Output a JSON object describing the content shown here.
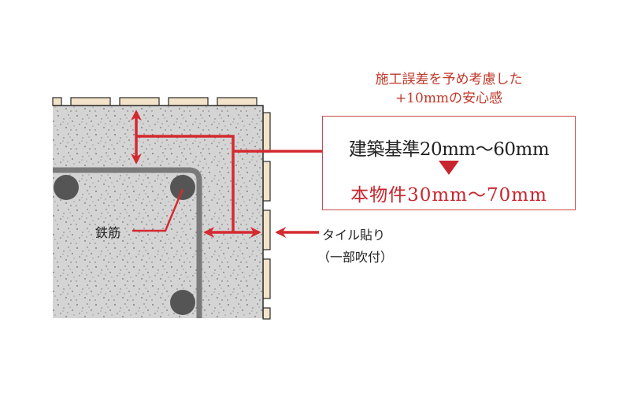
{
  "note": {
    "line1": "施工誤差を予め考慮した",
    "line2": "+10mmの安心感"
  },
  "callout": {
    "standard": "建築基準20mm～60mm",
    "project": "本物件30mm～70mm"
  },
  "labels": {
    "rebar": "鉄筋",
    "tile_line1": "タイル貼り",
    "tile_line2": "（一部吹付）"
  },
  "colors": {
    "accent_red": "#c8262e",
    "concrete": "#d3d3d3",
    "rebar": "#555555",
    "rebar_bar": "#7a7a7a",
    "tile": "#f3e3c8"
  }
}
